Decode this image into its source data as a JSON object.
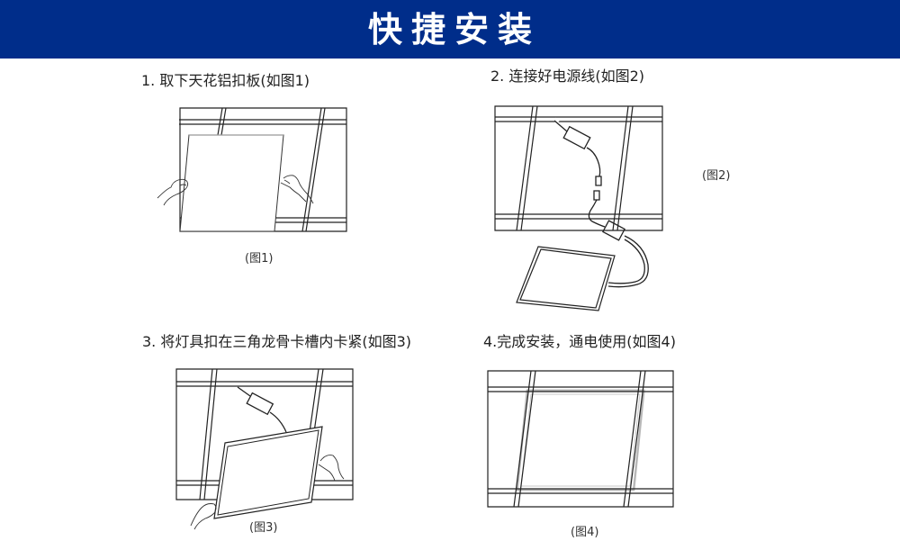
{
  "header": {
    "title": "快捷安装",
    "background_color": "#002d8a",
    "text_color": "#ffffff"
  },
  "steps": [
    {
      "number": 1,
      "title": "1. 取下天花铝扣板(如图1)",
      "caption": "(图1)",
      "figure_icon": "remove-ceiling-panel-diagram"
    },
    {
      "number": 2,
      "title": "2. 连接好电源线(如图2)",
      "caption": "(图2)",
      "figure_icon": "connect-power-cable-diagram"
    },
    {
      "number": 3,
      "title": "3. 将灯具扣在三角龙骨卡槽内卡紧(如图3)",
      "caption": "(图3)",
      "figure_icon": "insert-panel-light-diagram"
    },
    {
      "number": 4,
      "title": "4.完成安装，通电使用(如图4)",
      "caption": "(图4)",
      "figure_icon": "installed-panel-light-diagram"
    }
  ]
}
